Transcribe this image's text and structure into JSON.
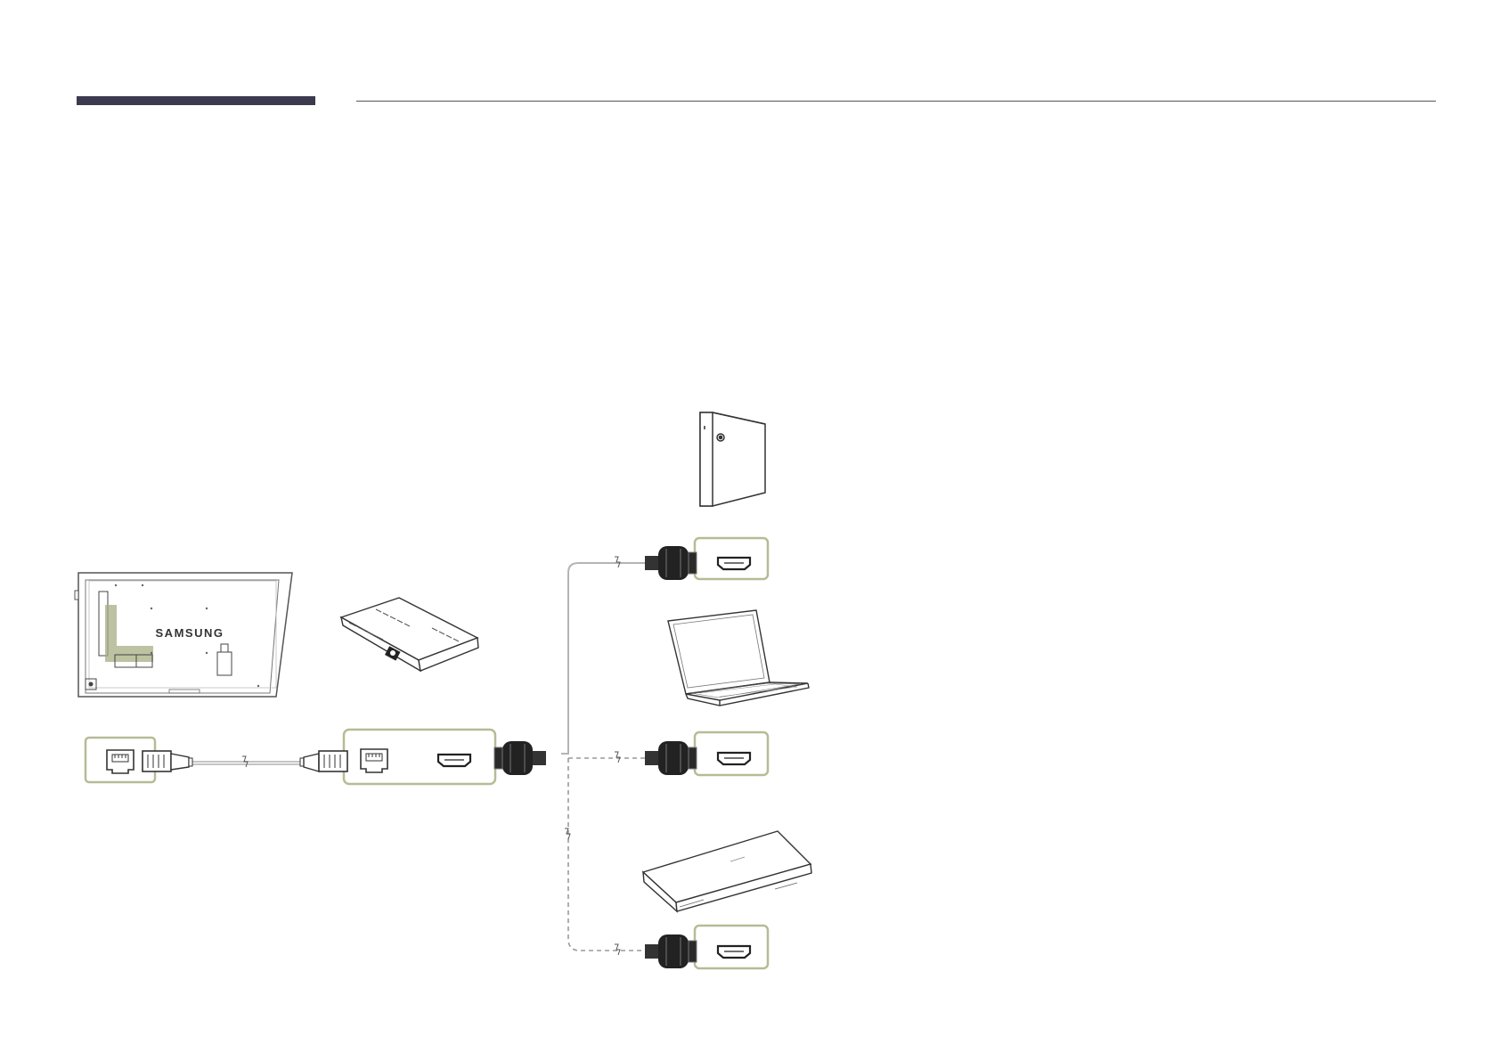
{
  "display": {
    "brand_text": "SAMSUNG"
  },
  "colors": {
    "port_frame": "#b7bb94",
    "port_highlight": "#a7ad83",
    "connector": "#333333",
    "cable": "#b4b4b4",
    "header_bar": "#3b3a4e"
  },
  "connections": [
    {
      "from": "display-lan-port",
      "to": "network-box-lan-port",
      "cable": "lan",
      "line": "solid"
    },
    {
      "from": "network-box-hdmi-port",
      "to": "pc-hdmi-port",
      "cable": "hdmi",
      "line": "solid"
    },
    {
      "from": "network-box-hdmi-port",
      "to": "laptop-hdmi-port",
      "cable": "hdmi",
      "line": "dashed"
    },
    {
      "from": "network-box-hdmi-port",
      "to": "player-hdmi-port",
      "cable": "hdmi",
      "line": "dashed"
    }
  ]
}
